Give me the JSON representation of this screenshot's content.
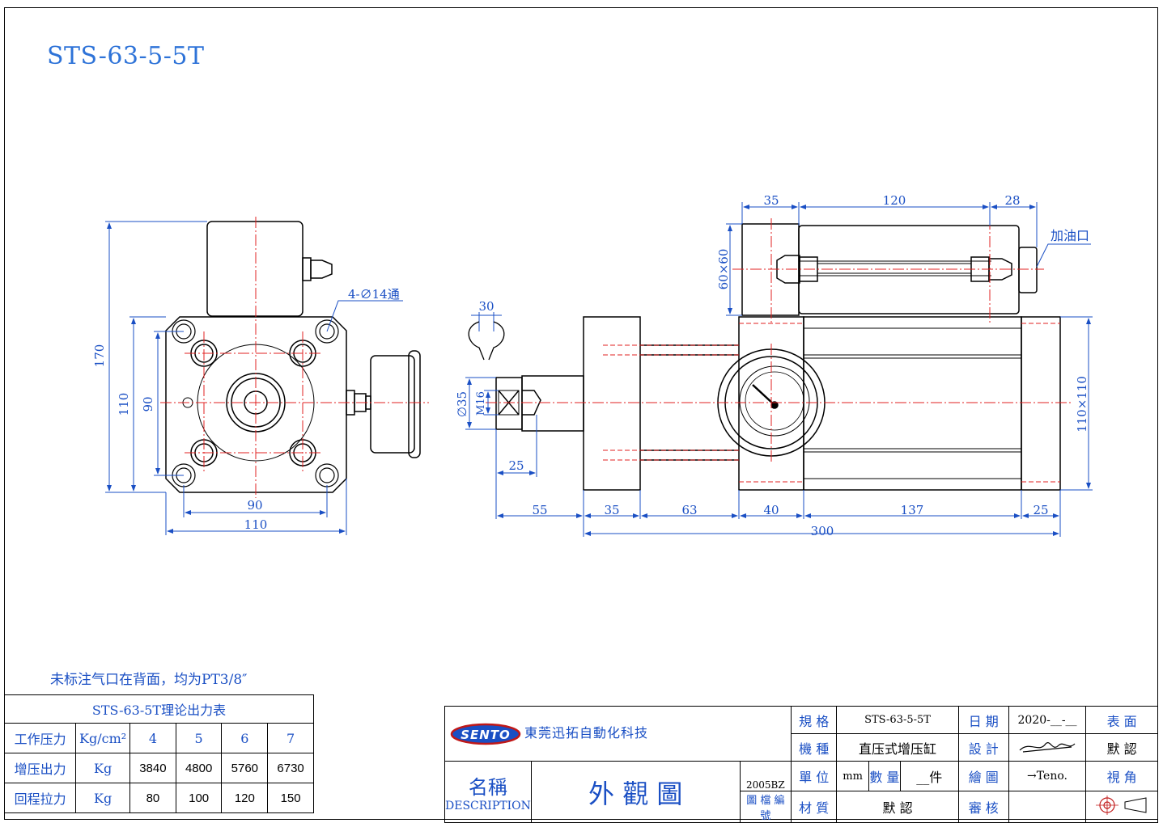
{
  "drawing_title": "STS-63-5-5T",
  "note": "未标注气口在背面，均为PT3/8″",
  "side_view": {
    "dims": {
      "height_total": "170",
      "height_plate": "110",
      "bolt_vertical": "90",
      "bolt_horizontal": "90",
      "width_plate": "110"
    },
    "hole_label": "4-∅14通"
  },
  "front_view": {
    "dims": {
      "top_left": "35",
      "top_mid": "120",
      "top_right": "28",
      "tank_size": "60×60",
      "body_size": "110×110",
      "rod_dia": "∅35",
      "thread": "M16",
      "wrench": "30",
      "thread_len": "25",
      "b1": "55",
      "b2": "35",
      "b3": "63",
      "b4": "40",
      "b5": "137",
      "b6": "25",
      "overall": "300"
    },
    "oil_port_label": "加油口"
  },
  "force_table": {
    "caption": "STS-63-5T理论出力表",
    "header": {
      "label": "工作压力",
      "unit": "Kg/cm²",
      "values": [
        "4",
        "5",
        "6",
        "7"
      ]
    },
    "rows": [
      {
        "label": "增压出力",
        "unit": "Kg",
        "values": [
          "3840",
          "4800",
          "5760",
          "6730"
        ]
      },
      {
        "label": "回程拉力",
        "unit": "Kg",
        "values": [
          "80",
          "100",
          "120",
          "150"
        ]
      }
    ]
  },
  "title_block": {
    "logo": "SENTO",
    "company": "東莞迅拓自動化科技",
    "name_label": "名稱",
    "name_label_en": "DESCRIPTION",
    "name_value": "外 觀 圖",
    "drawing_no": "2005BZ",
    "drawing_no_label": "圖 檔 編 號",
    "spec_label": "規 格",
    "spec_value": "STS-63-5-5T",
    "type_label": "機 種",
    "type_value": "直压式增压缸",
    "unit_label": "單 位",
    "unit_value": "mm",
    "qty_label": "數 量",
    "qty_value": "__件",
    "material_label": "材 質",
    "material_value": "默 認",
    "date_label": "日 期",
    "date_value": "2020-__-__",
    "design_label": "設 計",
    "draw_label": "繪 圖",
    "draw_value": "→Teno.",
    "check_label": "審 核",
    "surface_label": "表 面",
    "surface_value": "默 認",
    "angle_label": "視 角"
  },
  "colors": {
    "line": "#000000",
    "dimension": "#1a4fc4",
    "center": "#e02020",
    "title": "#2e73d8"
  }
}
